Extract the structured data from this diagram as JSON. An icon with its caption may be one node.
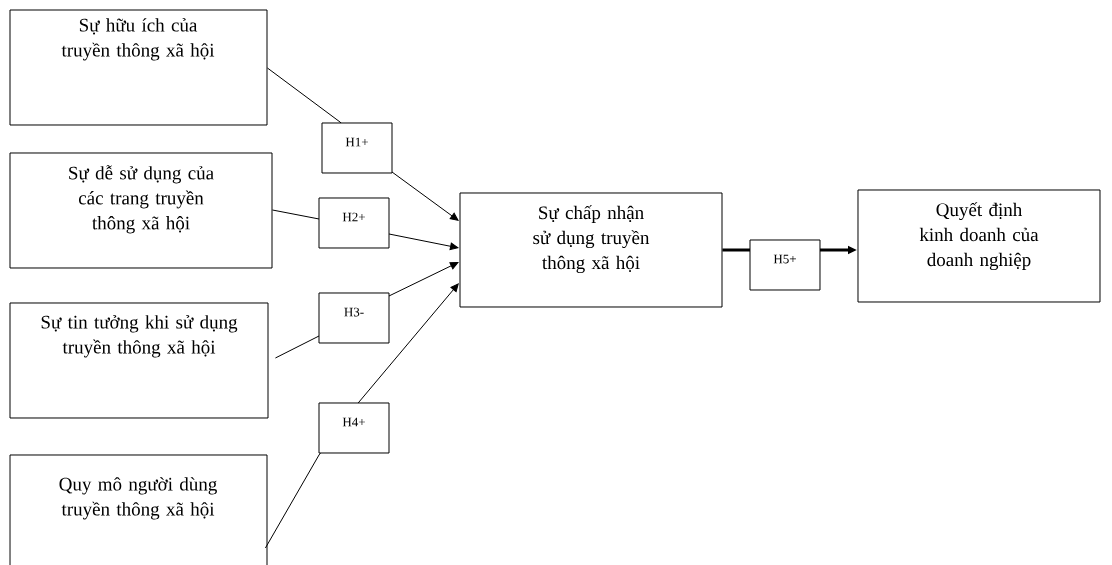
{
  "diagram": {
    "nodes": [
      {
        "text": [
          "Sự hữu ích của truyền thông xã hội"
        ]
      },
      {
        "text": [
          "Sự dễ sử dụng của các trang truyền thông xã hội"
        ]
      },
      {
        "text": [
          "Sự tin tưởng khi sử dụng truyền thông xã hội"
        ]
      },
      {
        "text": [
          "Quy mô người dùng truyền thông xã hội"
        ]
      },
      {
        "text": [
          "Sự chấp nhận sử dụng truyền thông xã hội"
        ]
      },
      {
        "text": [
          "Quyết định kinh doanh của doanh nghiệp"
        ]
      }
    ],
    "edges": [
      {
        "from": 0,
        "to": 4,
        "arrow": "to",
        "label": "H1+"
      },
      {
        "from": 1,
        "to": 4,
        "arrow": "to",
        "label": "H2+"
      },
      {
        "from": 2,
        "to": 4,
        "arrow": "to",
        "label": "H3-"
      },
      {
        "from": 3,
        "to": 4,
        "arrow": "to",
        "label": "H4+"
      },
      {
        "from": 4,
        "to": 5,
        "arrow": "to",
        "label": "H5+",
        "style": "thick"
      }
    ]
  }
}
